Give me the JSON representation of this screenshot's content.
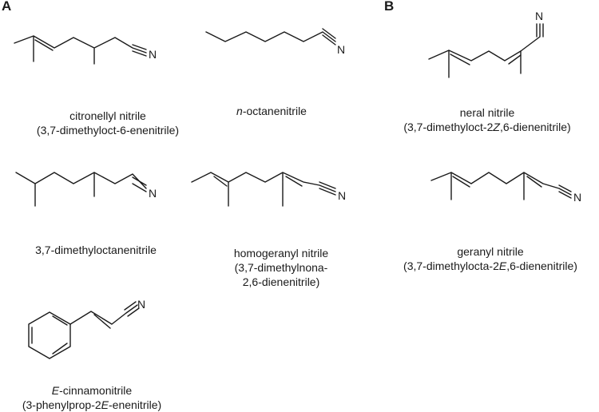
{
  "panels": {
    "a": "A",
    "b": "B"
  },
  "atom_label": "N",
  "compounds": [
    {
      "id": "citronellyl",
      "line1": "citronellyl nitrile",
      "line2": "(3,7-dimethyloct-6-enenitrile)"
    },
    {
      "id": "octanenitrile",
      "prefix": "n",
      "line1_rest": "-octanenitrile"
    },
    {
      "id": "neral",
      "line1": "neral nitrile",
      "line2_pre": "(3,7-dimethyloct-2",
      "line2_italic": "Z",
      "line2_post": ",6-dienenitrile)"
    },
    {
      "id": "dimethyloctanenitrile",
      "line1": "3,7-dimethyloctanenitrile"
    },
    {
      "id": "homogeranyl",
      "line1": "homogeranyl nitrile",
      "line2": "(3,7-dimethylnona-",
      "line3": "2,6-dienenitrile)"
    },
    {
      "id": "geranyl",
      "line1": "geranyl nitrile",
      "line2_pre": "(3,7-dimethylocta-2",
      "line2_italic": "E",
      "line2_post": ",6-dienenitrile)"
    },
    {
      "id": "cinnamonitrile",
      "prefix": "E",
      "line1_rest": "-cinnamonitrile",
      "line2_pre": "(3-phenylprop-2",
      "line2_italic": "E",
      "line2_post": "-enenitrile)"
    }
  ]
}
